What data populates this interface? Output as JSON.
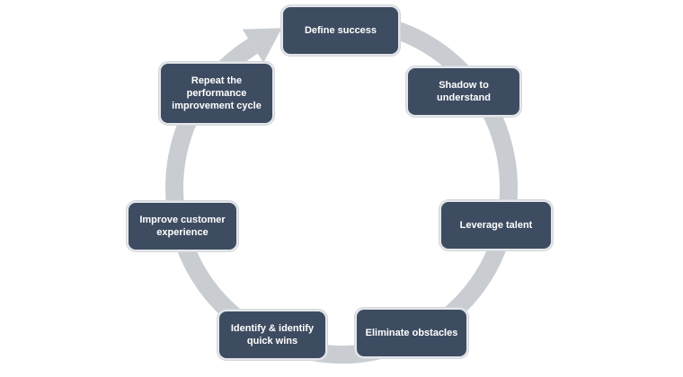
{
  "diagram": {
    "type": "cycle",
    "direction": "clockwise",
    "steps": [
      {
        "label": "Define success"
      },
      {
        "label": "Shadow to understand"
      },
      {
        "label": "Leverage talent"
      },
      {
        "label": "Eliminate obstacles"
      },
      {
        "label": "Identify & identify quick wins"
      },
      {
        "label": "Improve customer experience"
      },
      {
        "label": "Repeat the performance improvement cycle"
      }
    ],
    "icons": {
      "cycle_arrow": "circular-clockwise-arrow"
    },
    "colors": {
      "node_fill": "#3e4c61",
      "node_border": "#e3e6e9",
      "node_text": "#ffffff",
      "ring": "#c9cdd2",
      "background": "#ffffff"
    }
  }
}
